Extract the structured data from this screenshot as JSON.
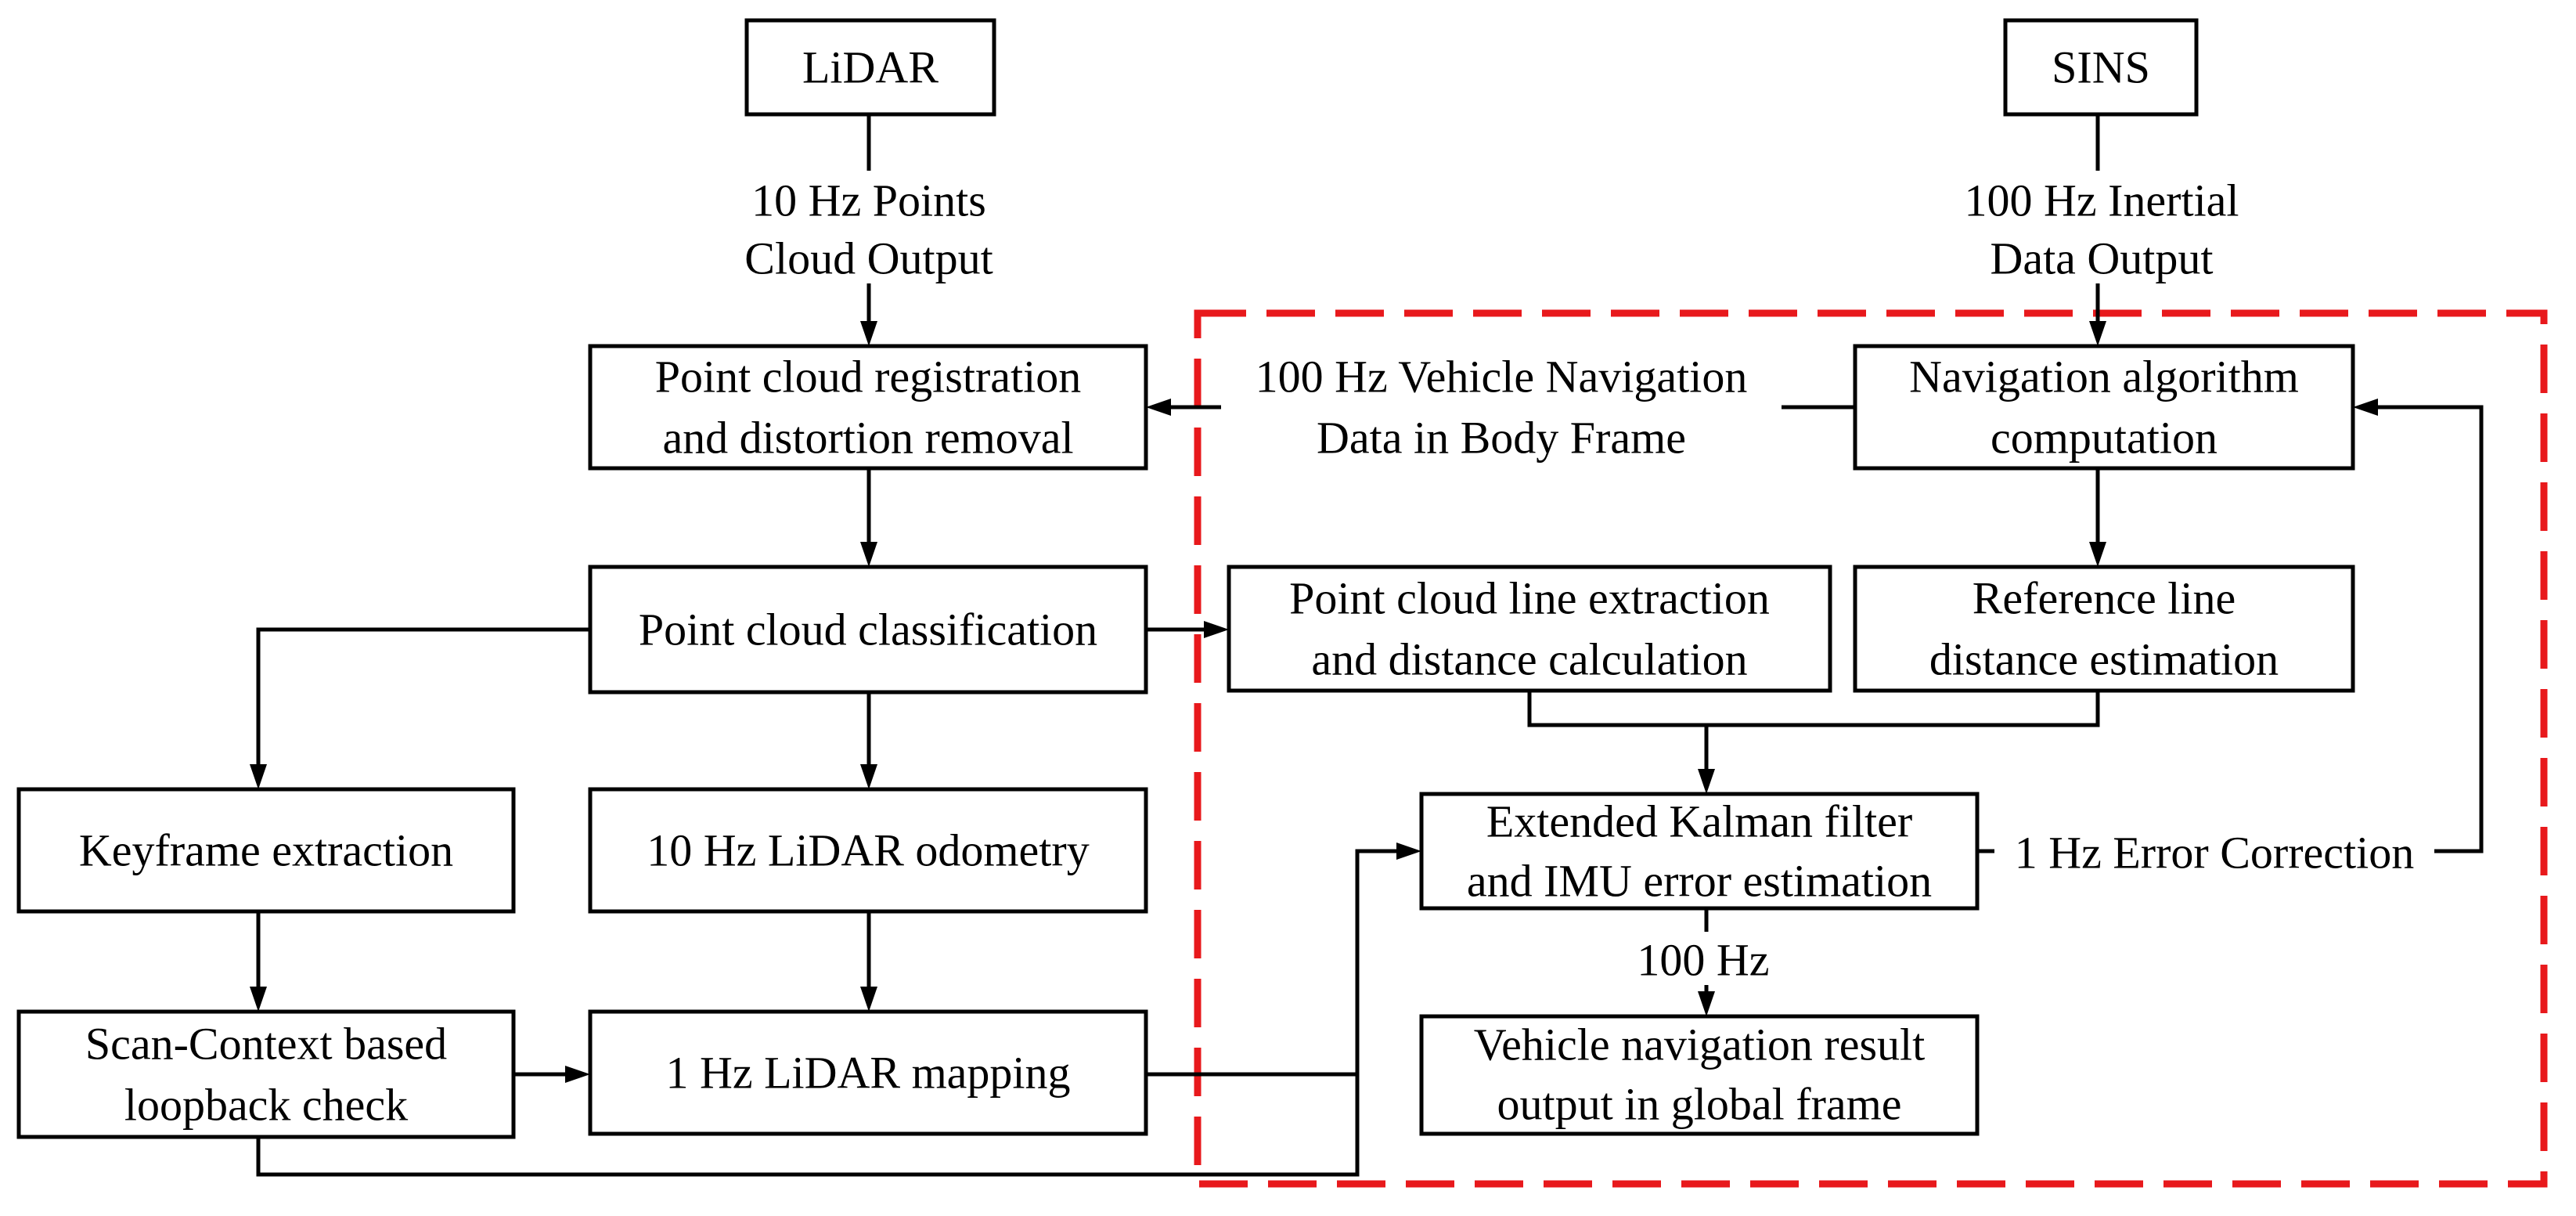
{
  "nodes": {
    "lidar": "LiDAR",
    "sins": "SINS",
    "registration": [
      "Point cloud registration",
      "and distortion removal"
    ],
    "navigation": [
      "Navigation algorithm",
      "computation"
    ],
    "classification": "Point cloud classification",
    "line_extraction": [
      "Point cloud line extraction",
      "and distance calculation"
    ],
    "reference_line": [
      "Reference line",
      "distance estimation"
    ],
    "ekf": [
      "Extended Kalman filter",
      "and IMU error estimation"
    ],
    "keyframe": "Keyframe extraction",
    "odometry": "10 Hz LiDAR odometry",
    "loopback": [
      "Scan-Context based",
      "loopback check"
    ],
    "mapping": "1 Hz LiDAR mapping",
    "nav_result": [
      "Vehicle navigation result",
      "output in global frame"
    ]
  },
  "edge_labels": {
    "lidar_output": [
      "10 Hz Points",
      "Cloud Output"
    ],
    "sins_output": [
      "100 Hz Inertial",
      "Data Output"
    ],
    "body_frame": [
      "100 Hz Vehicle Navigation",
      "Data in Body Frame"
    ],
    "error_correction": "1 Hz Error Correction",
    "ekf_rate": "100 Hz"
  },
  "colors": {
    "region_border": "#e8191c",
    "line": "#000000",
    "text": "#000000",
    "background": "#ffffff"
  }
}
